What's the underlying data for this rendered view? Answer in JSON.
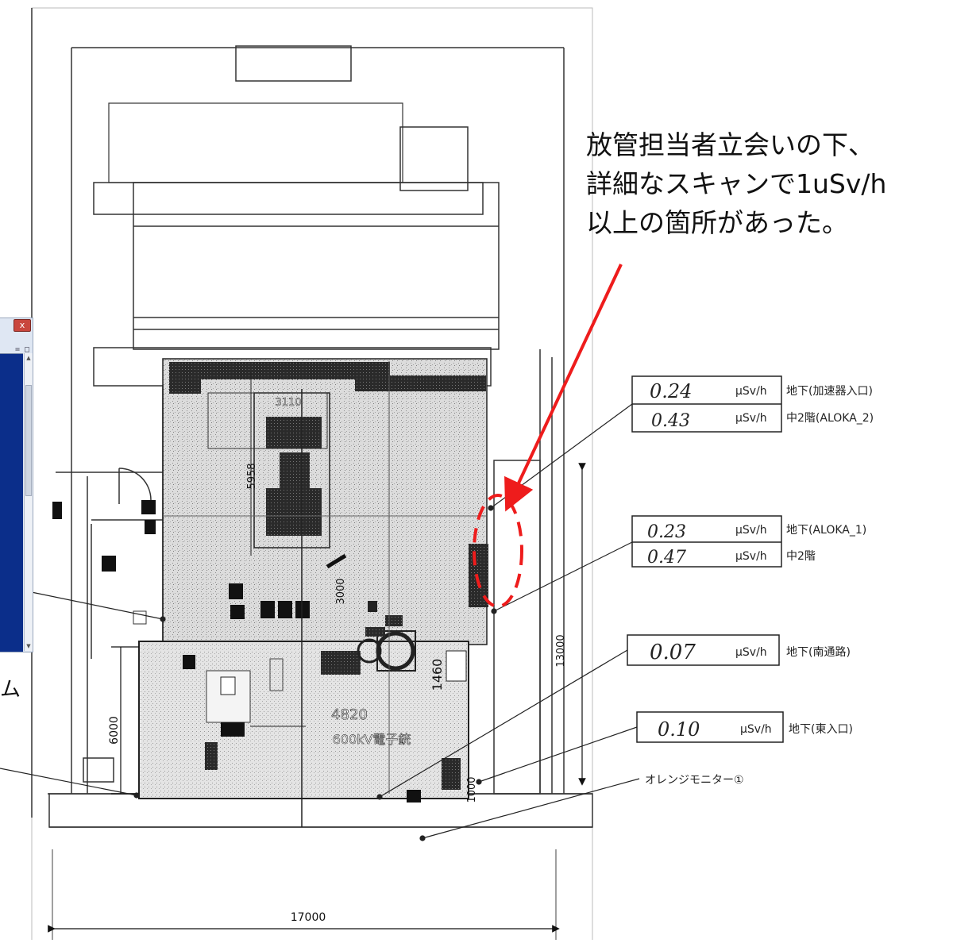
{
  "annotation": {
    "lines": [
      "放管担当者立会いの下、",
      "詳細なスキャンで1uSv/h",
      "以上の箇所があった。"
    ]
  },
  "readings": [
    {
      "value": "0.24",
      "unit": "μSv/h",
      "location": "地下(加速器入口)"
    },
    {
      "value": "0.43",
      "unit": "μSv/h",
      "location": "中2階(ALOKA_2)"
    },
    {
      "value": "0.23",
      "unit": "μSv/h",
      "location": "地下(ALOKA_1)"
    },
    {
      "value": "0.47",
      "unit": "μSv/h",
      "location": "中2階"
    },
    {
      "value": "0.07",
      "unit": "μSv/h",
      "location": "地下(南通路)"
    },
    {
      "value": "0.10",
      "unit": "μSv/h",
      "location": "地下(東入口)"
    }
  ],
  "monitor_label": "オレンジモニター①",
  "dimensions": {
    "d3110": "3110",
    "d5958": "5958",
    "d3000": "3000",
    "d4820": "4820",
    "d1460": "1460",
    "d6000": "6000",
    "d13000": "13000",
    "d1000": "1000",
    "d17000": "17000"
  },
  "equipment_label": "600kV電子銃",
  "window_fragment": {
    "close_glyph": "x",
    "controls": "= □",
    "cut_char": "ム"
  },
  "colors": {
    "accent": "#ee1c1c",
    "window_pane": "#0b2e8a"
  }
}
